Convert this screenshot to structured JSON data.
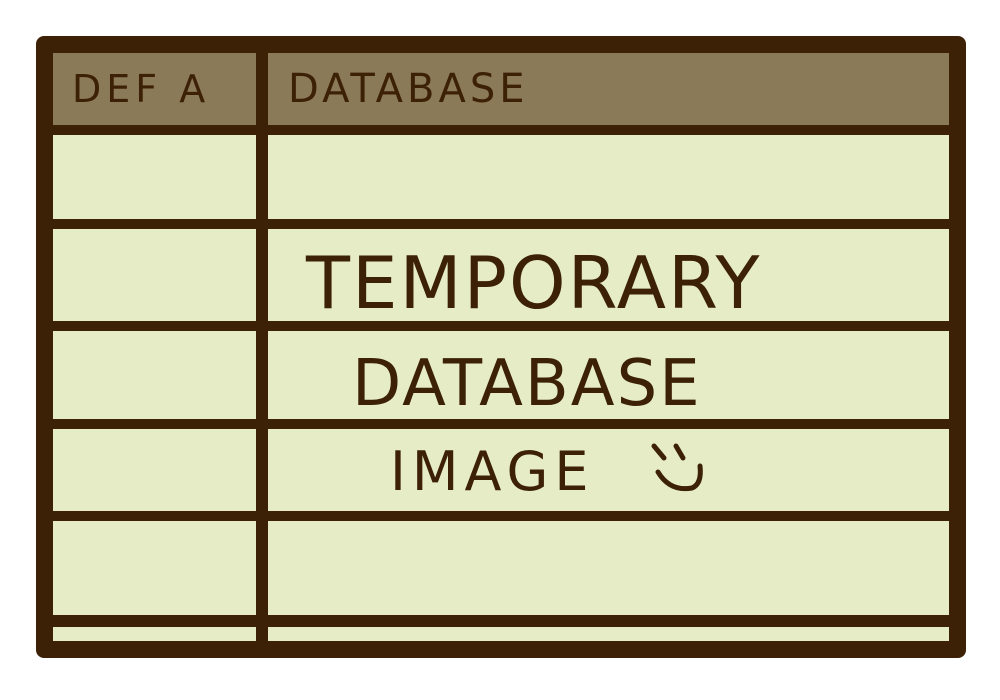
{
  "colors": {
    "ink": "#3d2106",
    "header_fill": "#8b7a58",
    "cell_fill": "#e5ecc6",
    "background": "#ffffff"
  },
  "header": {
    "col1": "DEF A",
    "col2": "DATABASE"
  },
  "rows": [
    {
      "col1": "",
      "col2": ""
    },
    {
      "col1": "",
      "col2": "TEMPORARY"
    },
    {
      "col1": "",
      "col2": "DATABASE"
    },
    {
      "col1": "",
      "col2": "IMAGE"
    },
    {
      "col1": "",
      "col2": ""
    },
    {
      "col1": "",
      "col2": ""
    }
  ],
  "emoticon_icon": "smiley-icon"
}
